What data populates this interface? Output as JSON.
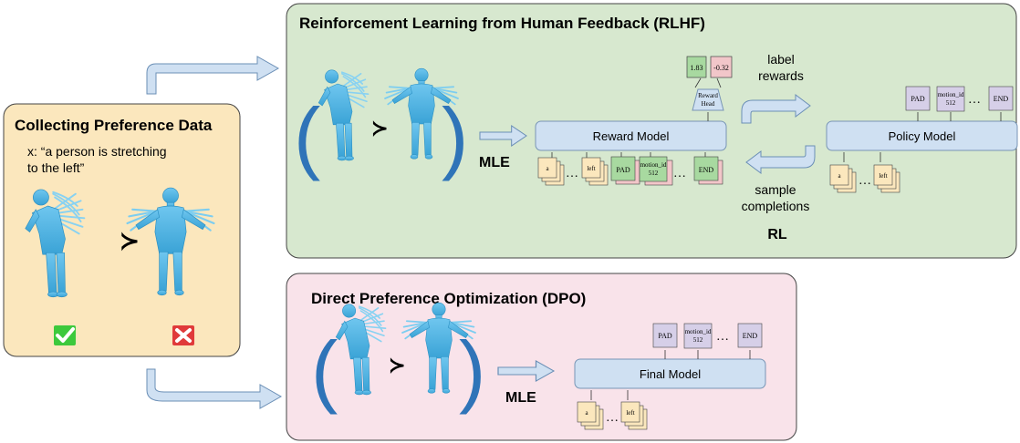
{
  "preference_panel": {
    "title": "Collecting Preference Data",
    "prompt_line1": "x: “a person is stretching",
    "prompt_line2": "to the left”",
    "comparison_symbol": "≻",
    "chosen_icon": "check-icon",
    "rejected_icon": "cross-icon",
    "colors": {
      "background": "#fbe7bd",
      "chosen": "#3cc93c",
      "rejected": "#e03a3a"
    }
  },
  "rlhf_panel": {
    "title": "Reinforcement Learning from Human Feedback (RLHF)",
    "comparison_symbol": "≻",
    "mle_label": "MLE",
    "reward_model_label": "Reward Model",
    "reward_head_line1": "Reward",
    "reward_head_line2": "Head",
    "reward_values": [
      "1.83",
      "-0.32"
    ],
    "label_rewards_line1": "label",
    "label_rewards_line2": "rewards",
    "sample_completions_line1": "sample",
    "sample_completions_line2": "completions",
    "rl_label": "RL",
    "policy_model_label": "Policy Model",
    "reward_input_tokens": [
      "a",
      "left"
    ],
    "reward_motion_tokens": [
      "PAD",
      "motion_id\n512",
      "END"
    ],
    "policy_input_tokens": [
      "a",
      "left"
    ],
    "policy_output_tokens": [
      "PAD",
      "motion_id\n512",
      "END"
    ],
    "ellipsis": "…",
    "colors": {
      "background": "#d7e8cf",
      "model_box": "#cfe0f2",
      "input_token": "#fbe7bd",
      "output_token": "#d6cfe8",
      "chosen_token": "#a8d9a0",
      "rejected_token": "#f2c6c9"
    }
  },
  "dpo_panel": {
    "title": "Direct Preference Optimization (DPO)",
    "comparison_symbol": "≻",
    "mle_label": "MLE",
    "final_model_label": "Final Model",
    "input_tokens": [
      "a",
      "left"
    ],
    "output_tokens": [
      "PAD",
      "motion_id\n512",
      "END"
    ],
    "ellipsis": "…",
    "colors": {
      "background": "#f9e3ea"
    }
  }
}
